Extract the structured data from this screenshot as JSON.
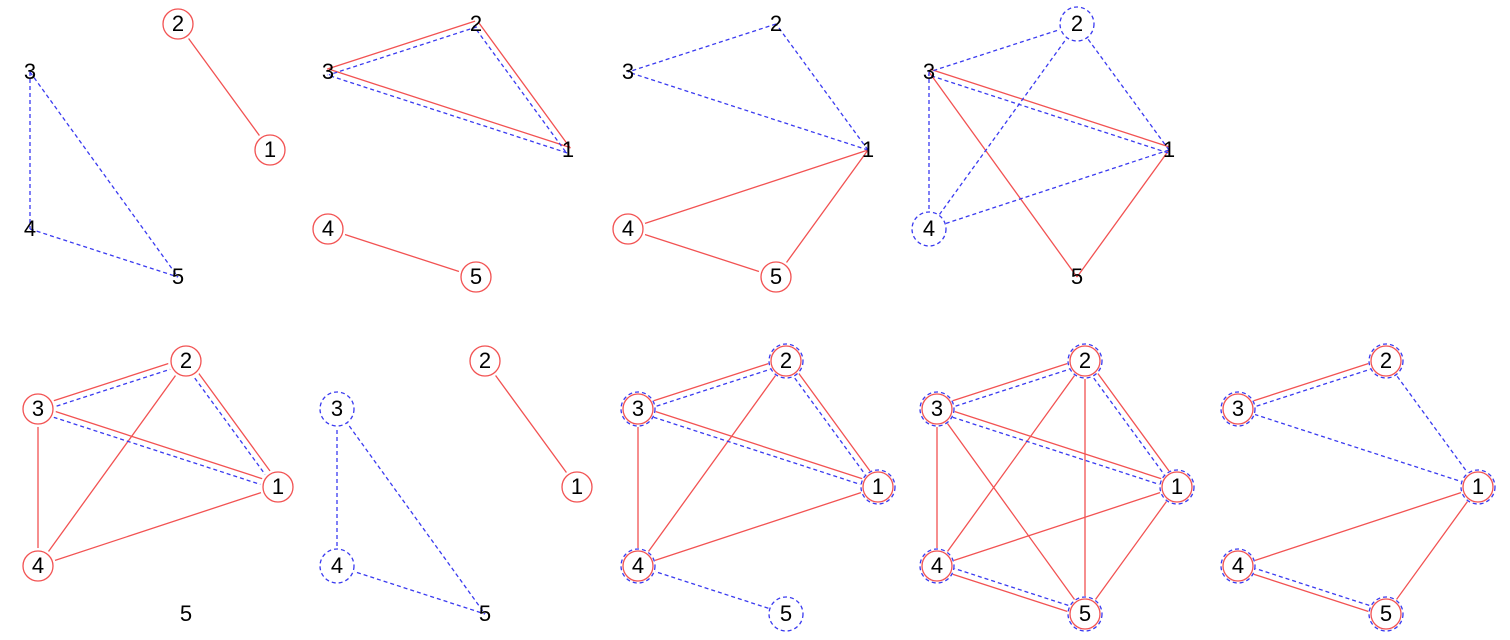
{
  "colors": {
    "red": "#f25252",
    "blue": "#3a3af0",
    "text": "#000000"
  },
  "panels": [
    {
      "id": "p1",
      "nodes": [
        {
          "label": "1",
          "red": true,
          "blue": false
        },
        {
          "label": "2",
          "red": true,
          "blue": false
        },
        {
          "label": "3",
          "red": false,
          "blue": false
        },
        {
          "label": "4",
          "red": false,
          "blue": false
        },
        {
          "label": "5",
          "red": false,
          "blue": false
        }
      ],
      "red_edges": [
        [
          "1",
          "2"
        ]
      ],
      "blue_edges": [
        [
          "3",
          "4"
        ],
        [
          "3",
          "5"
        ],
        [
          "4",
          "5"
        ]
      ]
    },
    {
      "id": "p2",
      "nodes": [
        {
          "label": "1",
          "red": false,
          "blue": false
        },
        {
          "label": "2",
          "red": false,
          "blue": false
        },
        {
          "label": "3",
          "red": false,
          "blue": false
        },
        {
          "label": "4",
          "red": true,
          "blue": false
        },
        {
          "label": "5",
          "red": true,
          "blue": false
        }
      ],
      "red_edges": [
        [
          "2",
          "3"
        ],
        [
          "1",
          "2"
        ],
        [
          "1",
          "3"
        ],
        [
          "4",
          "5"
        ]
      ],
      "blue_edges": [
        [
          "2",
          "3"
        ],
        [
          "1",
          "2"
        ],
        [
          "1",
          "3"
        ]
      ]
    },
    {
      "id": "p3",
      "nodes": [
        {
          "label": "1",
          "red": false,
          "blue": false
        },
        {
          "label": "2",
          "red": false,
          "blue": false
        },
        {
          "label": "3",
          "red": false,
          "blue": false
        },
        {
          "label": "4",
          "red": true,
          "blue": false
        },
        {
          "label": "5",
          "red": true,
          "blue": false
        }
      ],
      "red_edges": [
        [
          "1",
          "4"
        ],
        [
          "4",
          "5"
        ],
        [
          "1",
          "5"
        ]
      ],
      "blue_edges": [
        [
          "2",
          "3"
        ],
        [
          "1",
          "2"
        ],
        [
          "1",
          "3"
        ]
      ]
    },
    {
      "id": "p4",
      "nodes": [
        {
          "label": "1",
          "red": false,
          "blue": false
        },
        {
          "label": "2",
          "red": false,
          "blue": true
        },
        {
          "label": "3",
          "red": false,
          "blue": false
        },
        {
          "label": "4",
          "red": false,
          "blue": true
        },
        {
          "label": "5",
          "red": false,
          "blue": false
        }
      ],
      "red_edges": [
        [
          "1",
          "3"
        ],
        [
          "3",
          "5"
        ],
        [
          "1",
          "5"
        ]
      ],
      "blue_edges": [
        [
          "2",
          "3"
        ],
        [
          "1",
          "2"
        ],
        [
          "1",
          "3"
        ],
        [
          "3",
          "4"
        ],
        [
          "2",
          "4"
        ],
        [
          "1",
          "4"
        ]
      ]
    },
    {
      "id": "p5",
      "nodes": [
        {
          "label": "1",
          "red": true,
          "blue": false
        },
        {
          "label": "2",
          "red": true,
          "blue": false
        },
        {
          "label": "3",
          "red": true,
          "blue": false
        },
        {
          "label": "4",
          "red": true,
          "blue": false
        },
        {
          "label": "5",
          "red": false,
          "blue": false
        }
      ],
      "red_edges": [
        [
          "2",
          "3"
        ],
        [
          "1",
          "2"
        ],
        [
          "1",
          "3"
        ],
        [
          "3",
          "4"
        ],
        [
          "2",
          "4"
        ],
        [
          "1",
          "4"
        ]
      ],
      "blue_edges": [
        [
          "2",
          "3"
        ],
        [
          "1",
          "2"
        ],
        [
          "1",
          "3"
        ]
      ]
    },
    {
      "id": "p6",
      "nodes": [
        {
          "label": "1",
          "red": true,
          "blue": false
        },
        {
          "label": "2",
          "red": true,
          "blue": false
        },
        {
          "label": "3",
          "red": false,
          "blue": true
        },
        {
          "label": "4",
          "red": false,
          "blue": true
        },
        {
          "label": "5",
          "red": false,
          "blue": false
        }
      ],
      "red_edges": [
        [
          "1",
          "2"
        ]
      ],
      "blue_edges": [
        [
          "3",
          "4"
        ],
        [
          "3",
          "5"
        ],
        [
          "4",
          "5"
        ]
      ]
    },
    {
      "id": "p7",
      "nodes": [
        {
          "label": "1",
          "red": true,
          "blue": true
        },
        {
          "label": "2",
          "red": true,
          "blue": true
        },
        {
          "label": "3",
          "red": true,
          "blue": true
        },
        {
          "label": "4",
          "red": true,
          "blue": true
        },
        {
          "label": "5",
          "red": false,
          "blue": true
        }
      ],
      "red_edges": [
        [
          "2",
          "3"
        ],
        [
          "1",
          "2"
        ],
        [
          "1",
          "3"
        ],
        [
          "3",
          "4"
        ],
        [
          "2",
          "4"
        ],
        [
          "1",
          "4"
        ]
      ],
      "blue_edges": [
        [
          "2",
          "3"
        ],
        [
          "1",
          "2"
        ],
        [
          "1",
          "3"
        ],
        [
          "4",
          "5"
        ]
      ]
    },
    {
      "id": "p8",
      "nodes": [
        {
          "label": "1",
          "red": true,
          "blue": true
        },
        {
          "label": "2",
          "red": true,
          "blue": true
        },
        {
          "label": "3",
          "red": true,
          "blue": true
        },
        {
          "label": "4",
          "red": true,
          "blue": true
        },
        {
          "label": "5",
          "red": true,
          "blue": true
        }
      ],
      "red_edges": [
        [
          "2",
          "3"
        ],
        [
          "1",
          "2"
        ],
        [
          "1",
          "3"
        ],
        [
          "3",
          "4"
        ],
        [
          "2",
          "4"
        ],
        [
          "1",
          "4"
        ],
        [
          "3",
          "5"
        ],
        [
          "2",
          "5"
        ],
        [
          "1",
          "5"
        ],
        [
          "4",
          "5"
        ]
      ],
      "blue_edges": [
        [
          "2",
          "3"
        ],
        [
          "1",
          "2"
        ],
        [
          "1",
          "3"
        ],
        [
          "4",
          "5"
        ]
      ]
    },
    {
      "id": "p9",
      "nodes": [
        {
          "label": "1",
          "red": true,
          "blue": true
        },
        {
          "label": "2",
          "red": true,
          "blue": true
        },
        {
          "label": "3",
          "red": true,
          "blue": true
        },
        {
          "label": "4",
          "red": true,
          "blue": true
        },
        {
          "label": "5",
          "red": true,
          "blue": true
        }
      ],
      "red_edges": [
        [
          "2",
          "3"
        ],
        [
          "1",
          "4"
        ],
        [
          "4",
          "5"
        ],
        [
          "1",
          "5"
        ]
      ],
      "blue_edges": [
        [
          "2",
          "3"
        ],
        [
          "1",
          "2"
        ],
        [
          "1",
          "3"
        ],
        [
          "4",
          "5"
        ]
      ]
    }
  ]
}
